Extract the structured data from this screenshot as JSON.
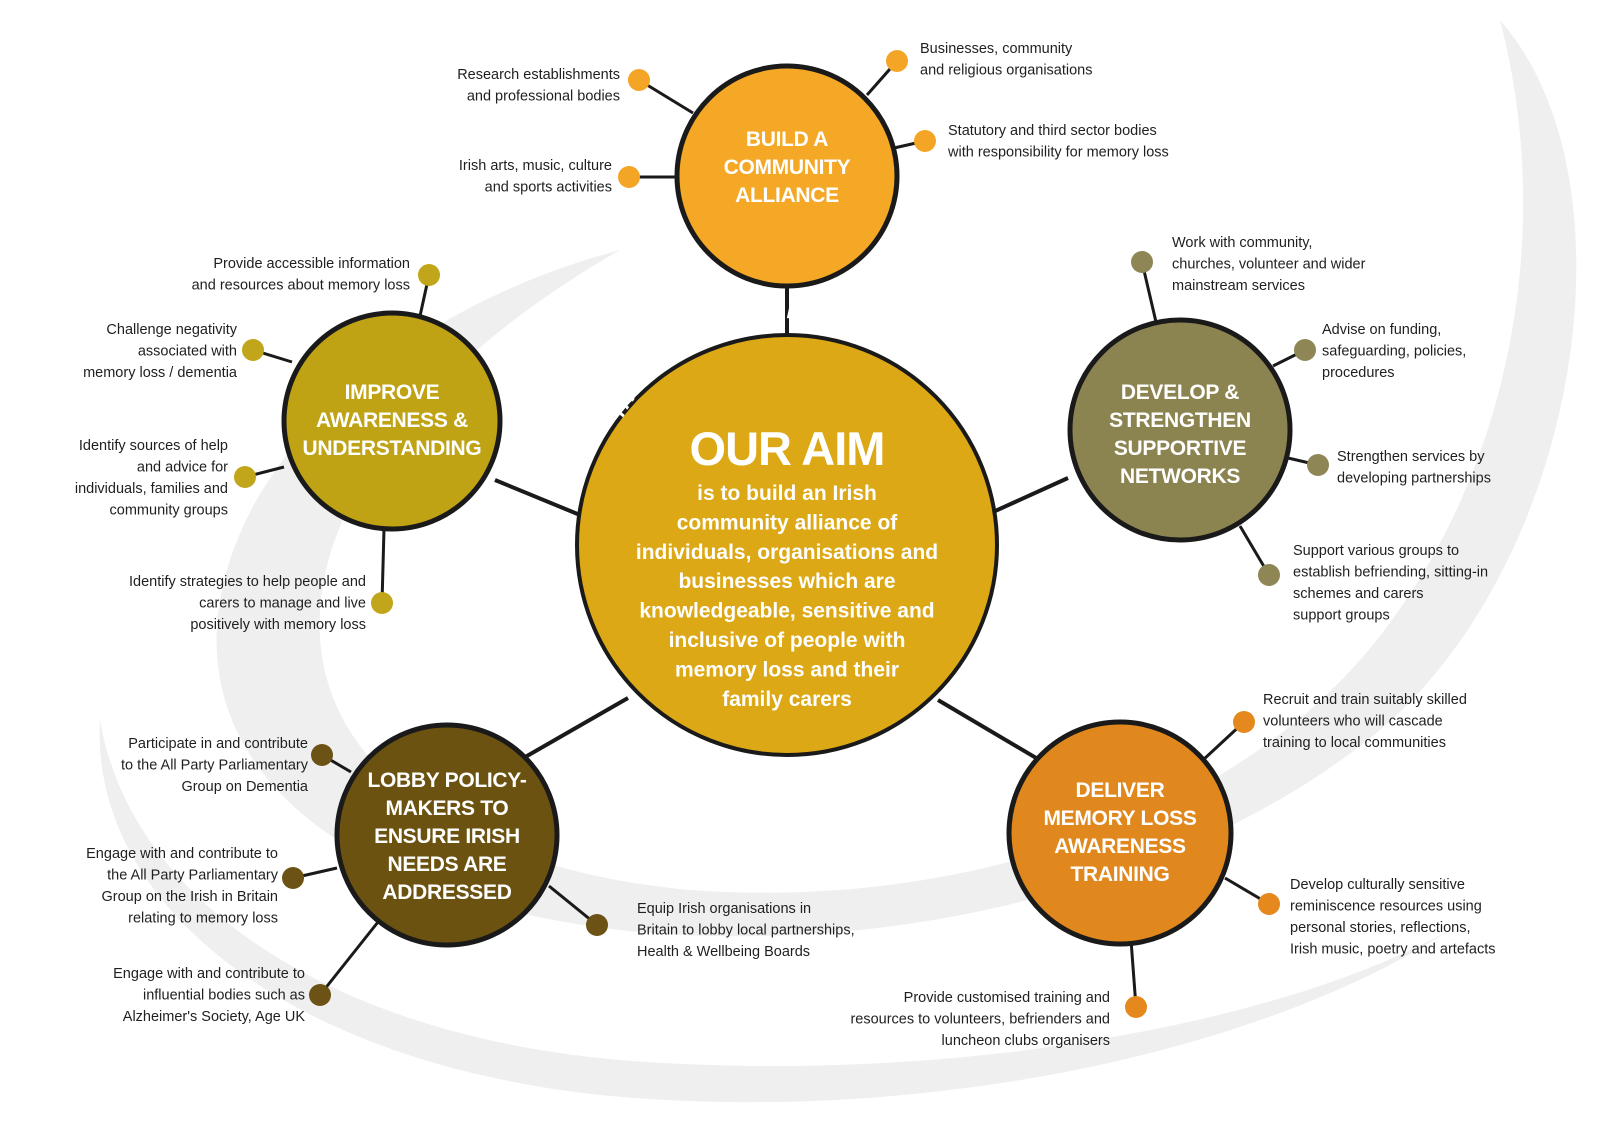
{
  "colors": {
    "background_swoosh": "#efefef",
    "connector": "#1a1a1a",
    "center_fill": "#dca816",
    "community_fill": "#f4a826",
    "awareness_fill": "#bfa315",
    "networks_fill": "#8c8450",
    "lobby_fill": "#6b5211",
    "training_fill": "#e0881e",
    "community_dot": "#f4a526",
    "awareness_dot": "#c1a51a",
    "networks_dot": "#8f8656",
    "lobby_dot": "#6c5214",
    "training_dot": "#e5891e"
  },
  "center": {
    "arc_text": "IRISH MEMORY LOSS ALLIANCE",
    "title": "OUR AIM",
    "lines": [
      "is to build an Irish",
      "community alliance of",
      "individuals, organisations and",
      "businesses which are",
      "knowledgeable, sensitive and",
      "inclusive of people with",
      "memory loss and their",
      "family carers"
    ]
  },
  "hubs": {
    "community": {
      "title_lines": [
        "BUILD A",
        "COMMUNITY",
        "ALLIANCE"
      ],
      "items": [
        {
          "lines": [
            "Research establishments",
            "and professional bodies"
          ]
        },
        {
          "lines": [
            "Businesses, community",
            "and religious organisations"
          ]
        },
        {
          "lines": [
            "Statutory and third sector bodies",
            "with responsibility for memory loss"
          ]
        },
        {
          "lines": [
            "Irish arts, music, culture",
            "and sports activities"
          ]
        }
      ]
    },
    "awareness": {
      "title_lines": [
        "IMPROVE",
        "AWARENESS &",
        "UNDERSTANDING"
      ],
      "items": [
        {
          "lines": [
            "Provide accessible information",
            "and resources about memory loss"
          ]
        },
        {
          "lines": [
            "Challenge negativity",
            "associated with",
            "memory loss / dementia"
          ]
        },
        {
          "lines": [
            "Identify sources of help",
            "and advice for",
            "individuals, families and",
            "community groups"
          ]
        },
        {
          "lines": [
            "Identify strategies to help people and",
            "carers to manage and live",
            "positively with memory loss"
          ]
        }
      ]
    },
    "networks": {
      "title_lines": [
        "DEVELOP &",
        "STRENGTHEN",
        "SUPPORTIVE",
        "NETWORKS"
      ],
      "items": [
        {
          "lines": [
            "Work with community,",
            "churches, volunteer and wider",
            " mainstream services"
          ]
        },
        {
          "lines": [
            "Advise on funding,",
            "safeguarding, policies,",
            "procedures"
          ]
        },
        {
          "lines": [
            "Strengthen services by",
            "developing partnerships"
          ]
        },
        {
          "lines": [
            "Support various groups to",
            "establish befriending, sitting-in",
            "schemes and carers",
            "support groups"
          ]
        }
      ]
    },
    "lobby": {
      "title_lines": [
        "LOBBY POLICY-",
        "MAKERS TO",
        "ENSURE IRISH",
        "NEEDS ARE",
        "ADDRESSED"
      ],
      "items": [
        {
          "lines": [
            "Participate in and contribute",
            "to the All Party Parliamentary",
            "Group on Dementia"
          ]
        },
        {
          "lines": [
            "Engage with and contribute to",
            "the All Party Parliamentary",
            "Group on the Irish in Britain",
            "relating to memory loss"
          ]
        },
        {
          "lines": [
            "Engage with and contribute to",
            "influential bodies such as",
            "Alzheimer's Society, Age UK"
          ]
        },
        {
          "lines": [
            "Equip Irish organisations in",
            "Britain to lobby local partnerships,",
            "Health & Wellbeing Boards"
          ]
        }
      ]
    },
    "training": {
      "title_lines": [
        "DELIVER",
        "MEMORY LOSS",
        "AWARENESS",
        "TRAINING"
      ],
      "items": [
        {
          "lines": [
            "Recruit and train suitably skilled",
            "volunteers who will cascade",
            "training to local communities"
          ]
        },
        {
          "lines": [
            "Develop culturally sensitive",
            "reminiscence resources using",
            "personal stories, reflections,",
            "Irish music, poetry and artefacts"
          ]
        },
        {
          "lines": [
            "Provide customised training and",
            "resources to volunteers, befrienders and",
            "luncheon clubs organisers"
          ]
        }
      ]
    }
  }
}
